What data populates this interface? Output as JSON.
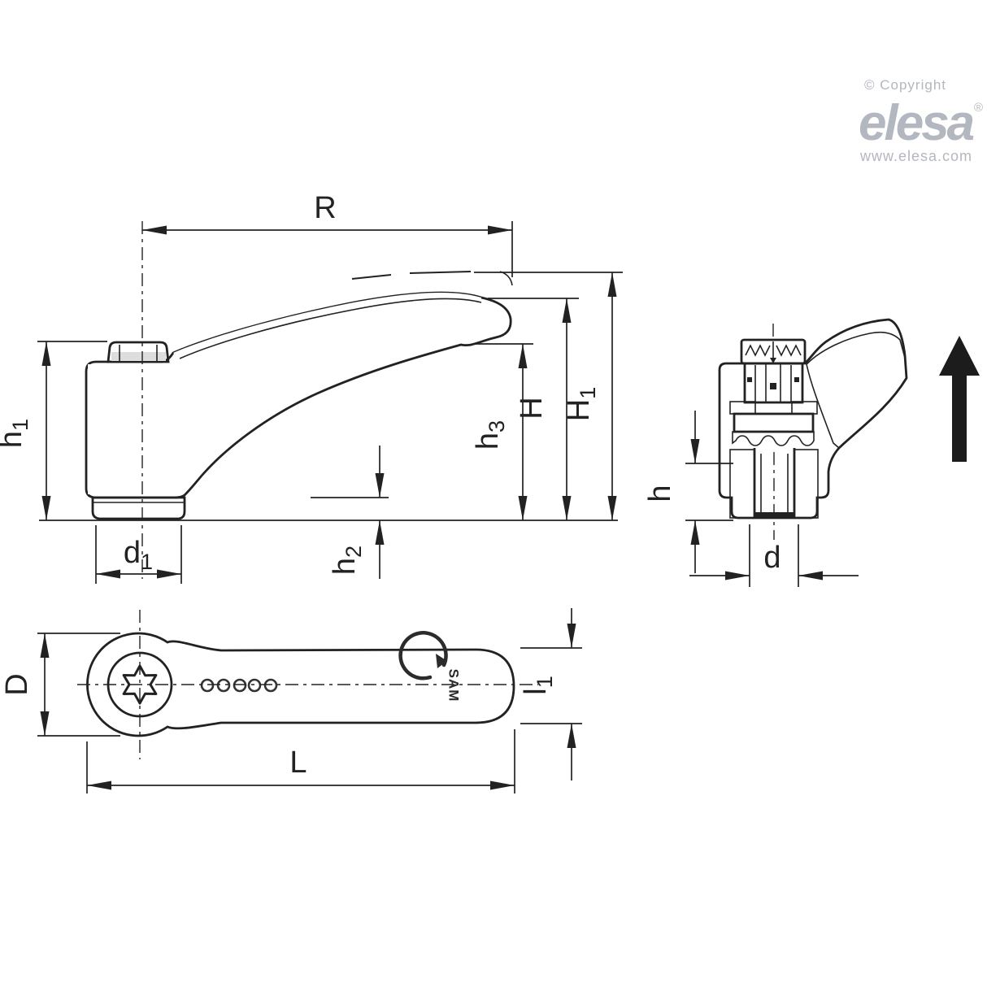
{
  "branding": {
    "copyright": "© Copyright",
    "brand": "elesa",
    "registered": "®",
    "website": "www.elesa.com"
  },
  "drawing": {
    "marking": "SAM",
    "dims": {
      "R": {
        "base": "R",
        "sub": ""
      },
      "h1": {
        "base": "h",
        "sub": "1"
      },
      "d1": {
        "base": "d",
        "sub": "1"
      },
      "h2": {
        "base": "h",
        "sub": "2"
      },
      "h3": {
        "base": "h",
        "sub": "3"
      },
      "H": {
        "base": "H",
        "sub": ""
      },
      "H1": {
        "base": "H",
        "sub": "1"
      },
      "h": {
        "base": "h",
        "sub": ""
      },
      "d": {
        "base": "d",
        "sub": ""
      },
      "D": {
        "base": "D",
        "sub": ""
      },
      "L": {
        "base": "L",
        "sub": ""
      },
      "l1": {
        "base": "l",
        "sub": "1"
      }
    }
  },
  "colors": {
    "line": "#222222",
    "body_fill": "#ebebeb",
    "knurl_gray": "#8f8f8f",
    "logo_gray": "#b3b7bf",
    "arrow_black": "#1c1c1c"
  }
}
